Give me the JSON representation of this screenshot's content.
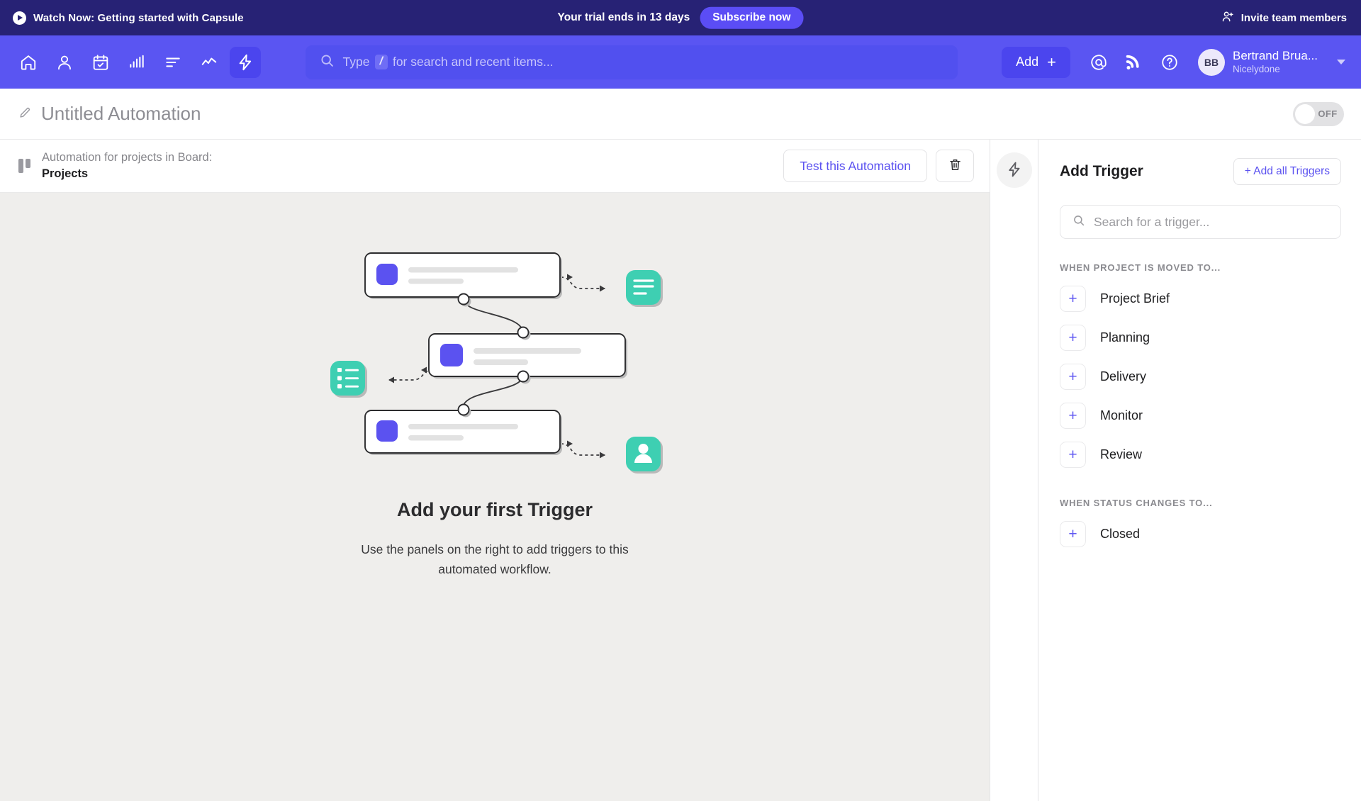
{
  "promo": {
    "watch_label": "Watch Now: Getting started with Capsule",
    "play_icon": "play-icon",
    "trial_prefix": "Your trial ends in ",
    "trial_days": "13 days",
    "subscribe_label": "Subscribe now",
    "invite_label": "Invite team members",
    "invite_icon": "person-add-icon",
    "bg_color": "#272275",
    "subscribe_color": "#5b4df5"
  },
  "nav": {
    "bg_color": "#5a55f2",
    "icons": [
      {
        "name": "home-icon",
        "label": "Home",
        "active": false
      },
      {
        "name": "person-icon",
        "label": "People",
        "active": false
      },
      {
        "name": "calendar-check-icon",
        "label": "Calendar",
        "active": false
      },
      {
        "name": "bar-chart-icon",
        "label": "Reports",
        "active": false
      },
      {
        "name": "list-icon",
        "label": "Tasks",
        "active": false
      },
      {
        "name": "activity-trend-icon",
        "label": "Insights",
        "active": false
      },
      {
        "name": "lightning-icon",
        "label": "Automations",
        "active": true
      }
    ],
    "search": {
      "prefix": "Type",
      "key": "/",
      "suffix": "for search and recent items...",
      "icon": "search-icon"
    },
    "add_label": "Add",
    "add_plus": "+",
    "right_icons": [
      {
        "name": "mention-at-icon"
      },
      {
        "name": "activity-feed-icon"
      },
      {
        "name": "help-circle-icon"
      }
    ],
    "profile": {
      "initials": "BB",
      "name": "Bertrand Brua...",
      "org": "Nicelydone"
    }
  },
  "title_bar": {
    "edit_icon": "pencil-icon",
    "title": "Untitled Automation",
    "toggle_label": "OFF",
    "toggle_state": "off"
  },
  "board_bar": {
    "board_icon": "board-columns-icon",
    "subtitle": "Automation for projects in Board:",
    "board_name": "Projects",
    "test_label": "Test this Automation",
    "delete_icon": "trash-icon"
  },
  "canvas": {
    "empty_title": "Add your first Trigger",
    "empty_subtitle": "Use the panels on the right to add triggers to this automated workflow.",
    "illustration": {
      "card_accent": "#5b52f0",
      "node_color": "#3ecfb2",
      "nodes": [
        {
          "name": "text-lines-node-icon"
        },
        {
          "name": "checklist-node-icon"
        },
        {
          "name": "person-node-icon"
        }
      ]
    }
  },
  "rail": {
    "button_icon": "lightning-icon"
  },
  "trigger_panel": {
    "title": "Add Trigger",
    "add_all_label": "+ Add all Triggers",
    "search_placeholder": "Search for a trigger...",
    "search_value": "",
    "search_icon": "search-icon",
    "groups": [
      {
        "label": "WHEN PROJECT IS MOVED TO...",
        "items": [
          {
            "label": "Project Brief"
          },
          {
            "label": "Planning"
          },
          {
            "label": "Delivery"
          },
          {
            "label": "Monitor"
          },
          {
            "label": "Review"
          }
        ]
      },
      {
        "label": "WHEN STATUS CHANGES TO...",
        "items": [
          {
            "label": "Closed"
          }
        ]
      }
    ],
    "plus_glyph": "+"
  }
}
